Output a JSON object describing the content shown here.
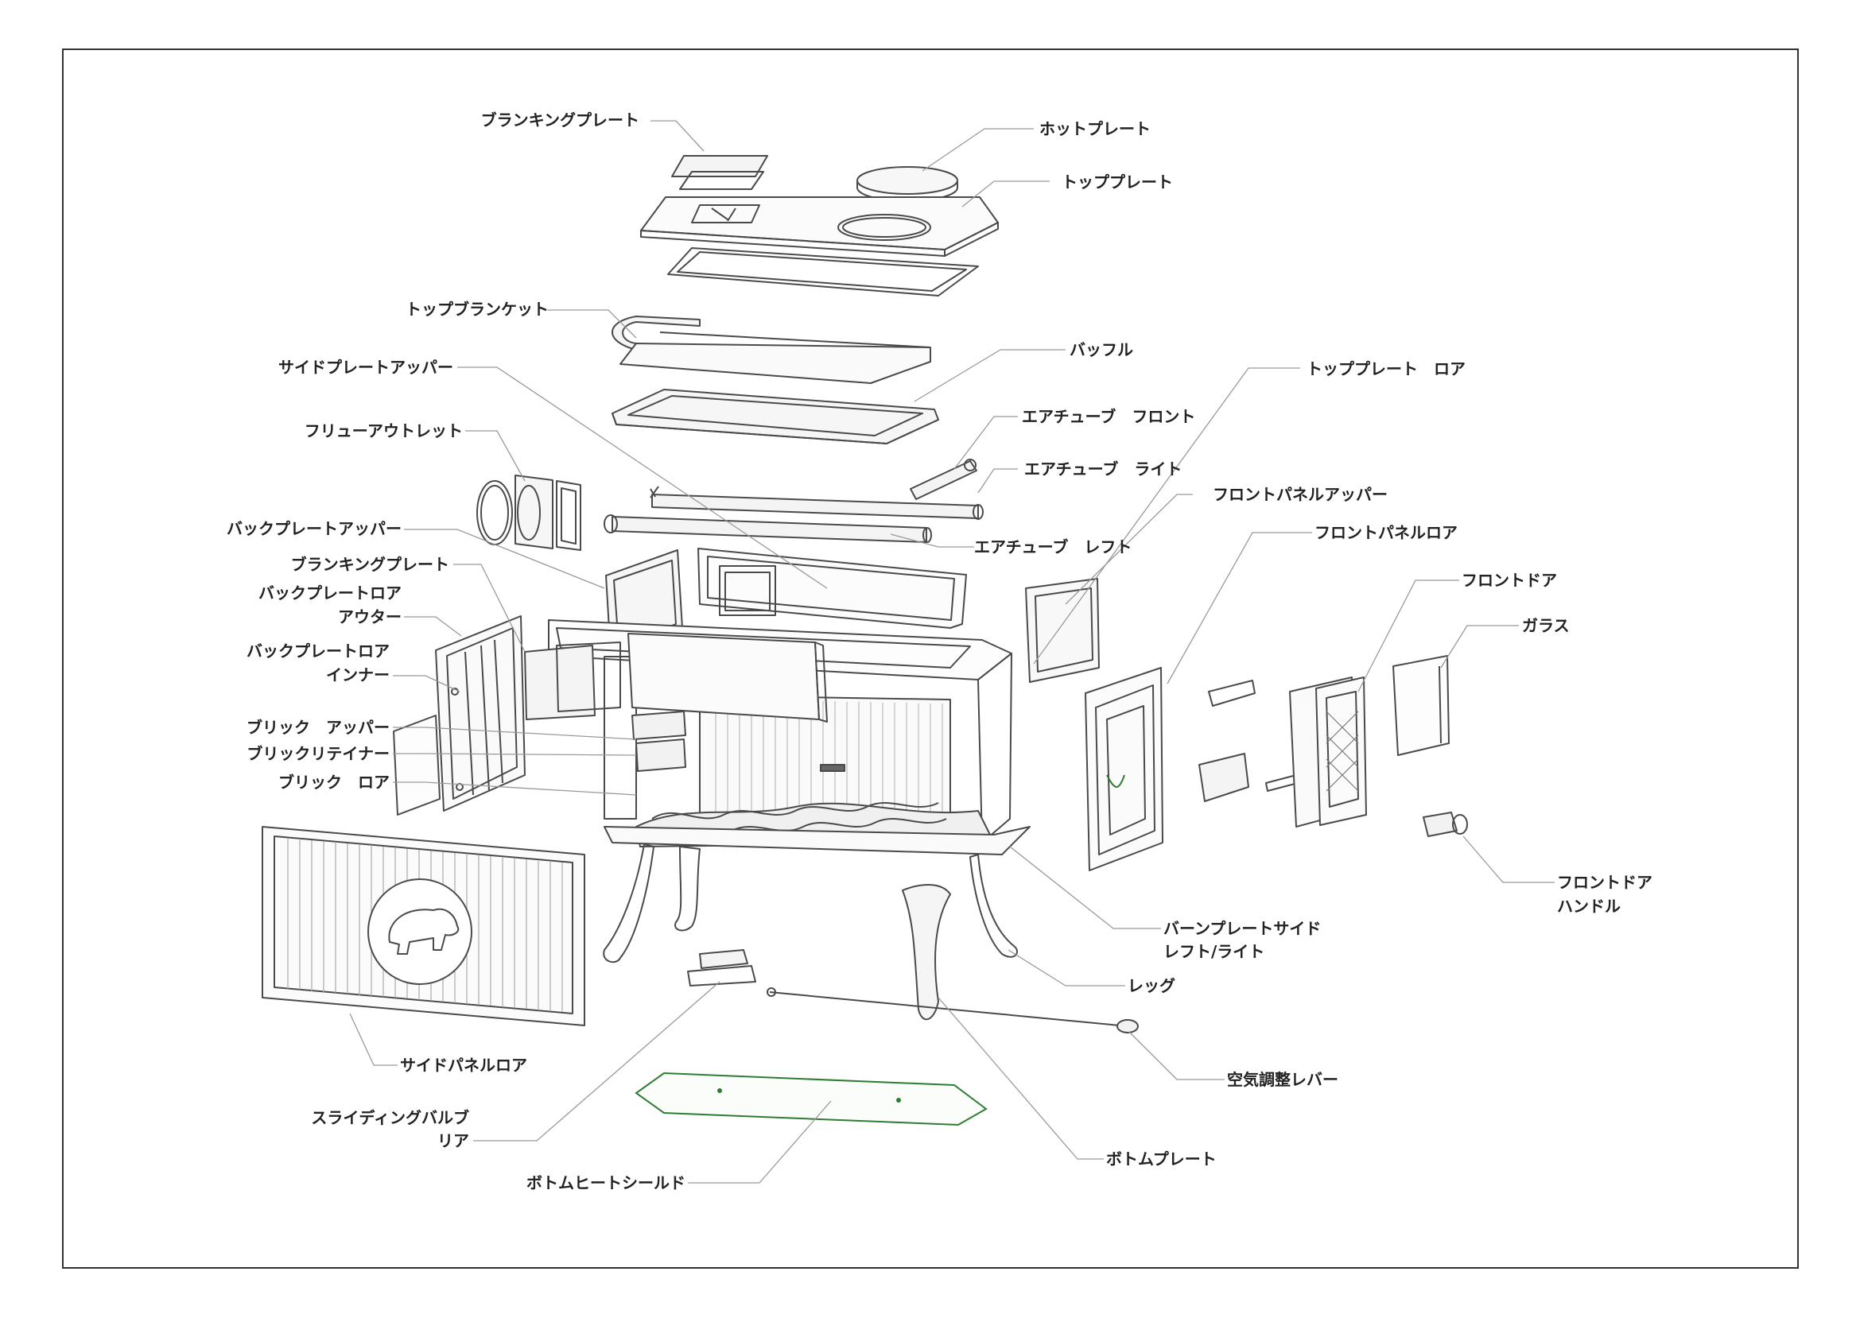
{
  "diagram": {
    "labels": {
      "blanking_plate_top": "ブランキングプレート",
      "hot_plate": "ホットプレート",
      "top_plate": "トッププレート",
      "top_blanket": "トップブランケット",
      "baffle": "バッフル",
      "side_plate_upper": "サイドプレートアッパー",
      "top_plate_lower": "トッププレート　ロア",
      "flue_outlet": "フリューアウトレット",
      "air_tube_front": "エアチューブ　フロント",
      "air_tube_right": "エアチューブ　ライト",
      "front_panel_upper": "フロントパネルアッパー",
      "back_plate_upper": "バックプレートアッパー",
      "air_tube_left": "エアチューブ　レフト",
      "front_panel_lower": "フロントパネルロア",
      "blanking_plate_back": "ブランキングプレート",
      "back_plate_lower_outer_1": "バックプレートロア",
      "back_plate_lower_outer_2": "アウター",
      "front_door": "フロントドア",
      "back_plate_lower_inner_1": "バックプレートロア",
      "back_plate_lower_inner_2": "インナー",
      "glass": "ガラス",
      "brick_upper": "ブリック　アッパー",
      "brick_retainer": "ブリックリテイナー",
      "brick_lower": "ブリック　ロア",
      "front_door_handle_1": "フロントドア",
      "front_door_handle_2": "ハンドル",
      "burn_plate_side_1": "バーンプレートサイド",
      "burn_plate_side_2": "レフト/ライト",
      "leg": "レッグ",
      "side_panel_lower": "サイドパネルロア",
      "air_lever": "空気調整レバー",
      "sliding_valve_1": "スライディングバルブ",
      "sliding_valve_2": "リア",
      "bottom_plate": "ボトムプレート",
      "bottom_heat_shield": "ボトムヒートシールド"
    },
    "colors": {
      "line": "#4a4a4a",
      "leader": "#9a9a9a",
      "frame": "#333333",
      "accent_green": "#2e7d32"
    }
  }
}
